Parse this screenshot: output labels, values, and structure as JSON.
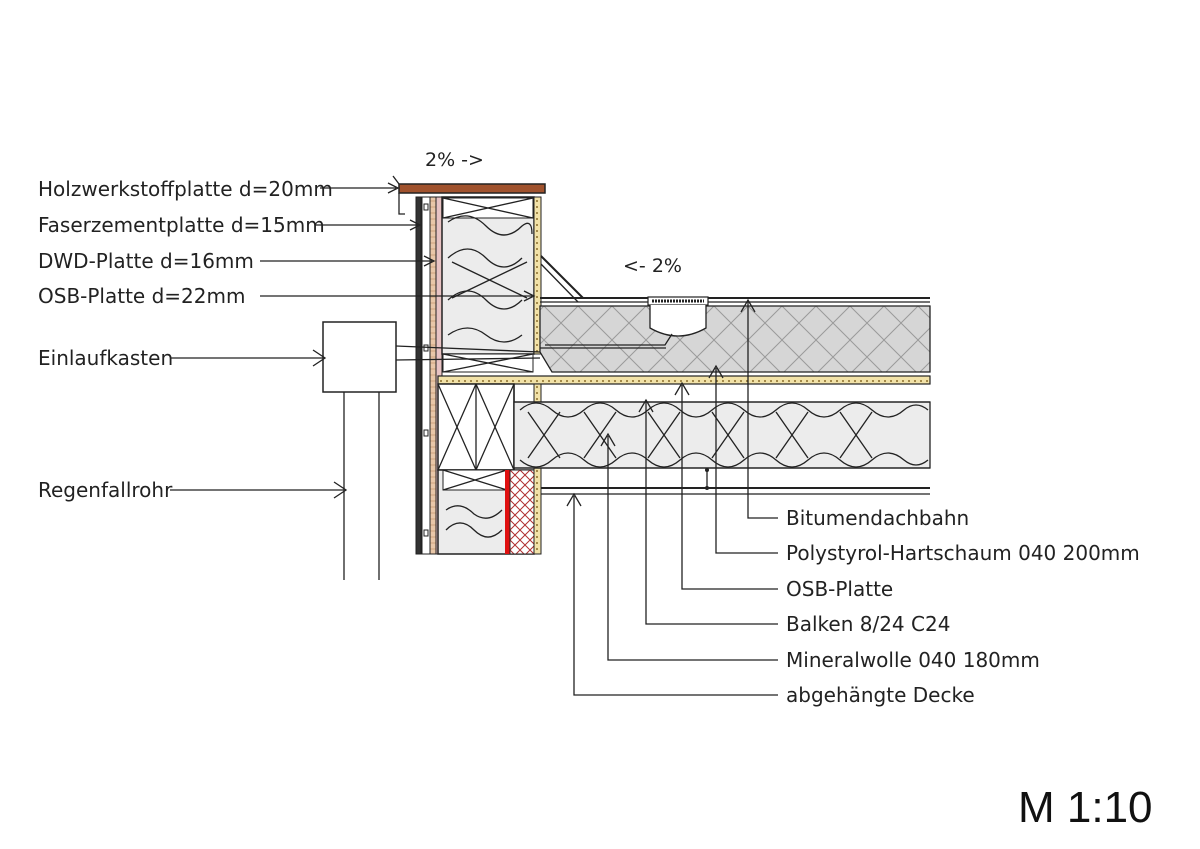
{
  "labels_left": {
    "holzwerkstoff": "Holzwerkstoffplatte d=20mm",
    "faserzement": "Faserzementplatte d=15mm",
    "dwd": "DWD-Platte d=16mm",
    "osb": "OSB-Platte d=22mm",
    "einlauf": "Einlaufkasten",
    "regenfall": "Regenfallrohr"
  },
  "labels_right": {
    "bitumen": "Bitumendachbahn",
    "polystyrol": "Polystyrol-Hartschaum 040 200mm",
    "osb_platte": "OSB-Platte",
    "balken": "Balken 8/24 C24",
    "mineralwolle": "Mineralwolle 040 180mm",
    "decke": "abgehängte Decke"
  },
  "slopes": {
    "parapet": "2% ->",
    "roof": "<- 2%"
  },
  "scale": "M 1:10",
  "colors": {
    "line": "#222222",
    "insulation_fill": "#dcdcdc",
    "osb_fill": "#f2e2a8",
    "wood_fill": "#e9c7a8",
    "membrane_red": "#e01010",
    "cap_brown": "#a0522d"
  }
}
